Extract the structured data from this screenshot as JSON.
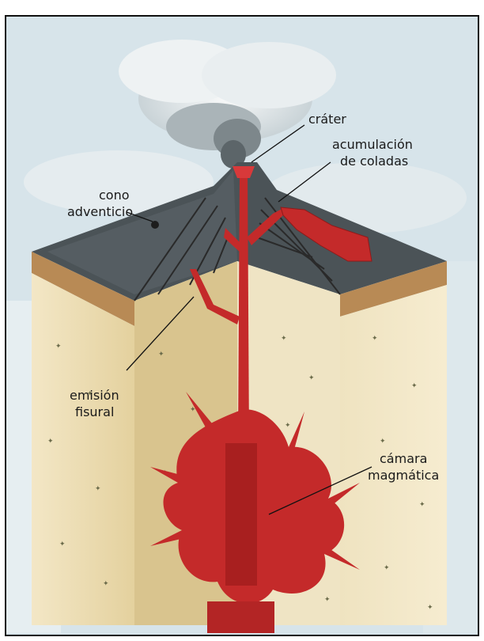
{
  "labels": {
    "crater": "cráter",
    "flows_line1": "acumulación",
    "flows_line2": "de coladas",
    "cone_line1": "cono",
    "cone_line2": "adventicio",
    "fissure_line1": "emisión",
    "fissure_line2": "fisural",
    "chamber_line1": "cámara",
    "chamber_line2": "magmática"
  },
  "colors": {
    "sky": "#d7e4ea",
    "cone_gray": "#4b5357",
    "rock_light": "#f0e3bf",
    "rock_shadow": "#d9c48e",
    "brick": "#b88a55",
    "magma": "#c42a2a"
  }
}
